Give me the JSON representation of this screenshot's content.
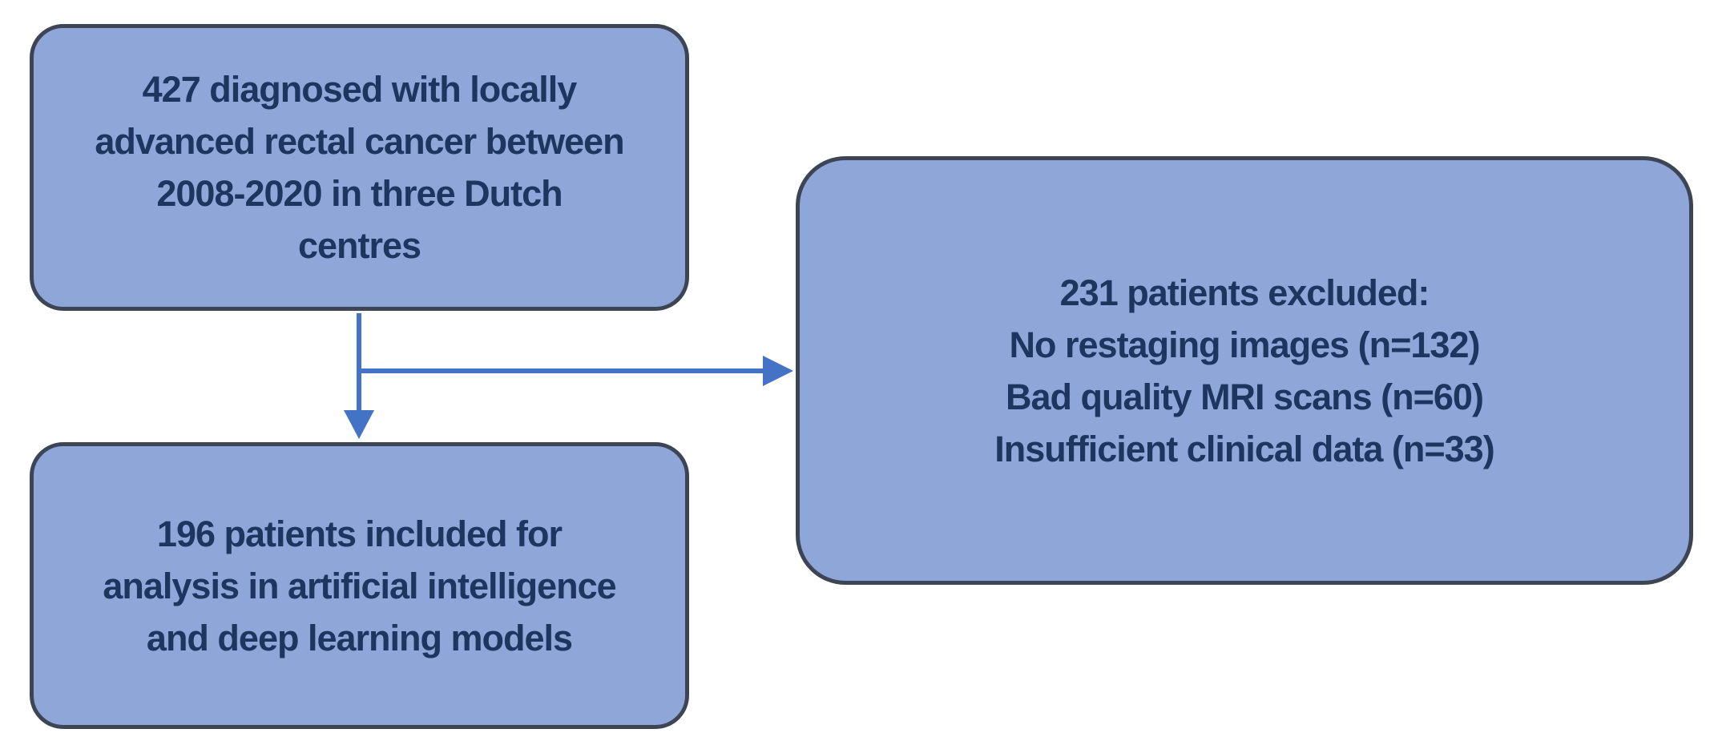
{
  "diagram": {
    "type": "flowchart",
    "description": "Patient inclusion/exclusion flow diagram",
    "nodes": {
      "cohort": {
        "id": "initial-cohort",
        "count": 427,
        "text": "427 diagnosed with locally\nadvanced rectal cancer between\n2008-2020 in three Dutch\ncentres"
      },
      "excluded": {
        "id": "excluded-patients",
        "count": 231,
        "text": "231 patients excluded:\nNo restaging images (n=132)\nBad quality MRI scans (n=60)\nInsufficient clinical data (n=33)",
        "reasons": [
          {
            "label": "No restaging images",
            "n": 132
          },
          {
            "label": "Bad quality MRI scans",
            "n": 60
          },
          {
            "label": "Insufficient clinical data",
            "n": 33
          }
        ]
      },
      "included": {
        "id": "included-patients",
        "count": 196,
        "text": "196 patients included for\nanalysis in artificial intelligence\nand deep learning models"
      }
    },
    "edges": [
      {
        "from": "initial-cohort",
        "to": "included-patients",
        "direction": "down"
      },
      {
        "from": "initial-cohort",
        "to": "excluded-patients",
        "direction": "right"
      }
    ],
    "colors": {
      "box_fill": "#8FA6D9",
      "box_border": "#3D4555",
      "text": "#1E3560",
      "arrow": "#4472C4",
      "background": "#FFFFFF"
    }
  }
}
